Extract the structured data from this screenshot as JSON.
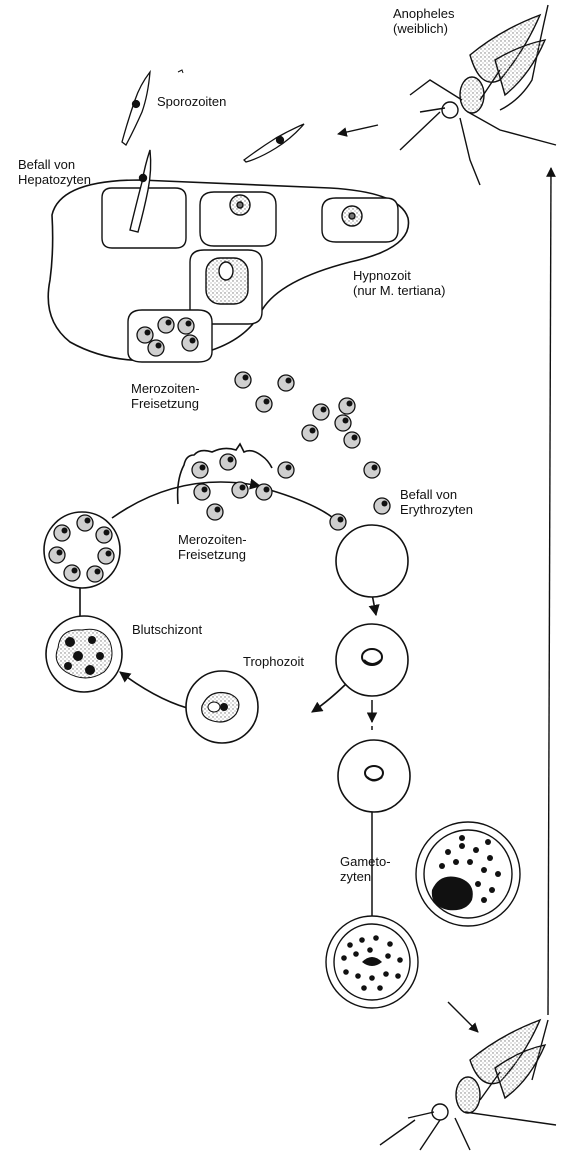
{
  "labels": {
    "anopheles": "Anopheles",
    "anopheles_sub": "(weiblich)",
    "sporozoiten": "Sporozoiten",
    "befall_hepato_1": "Befall von",
    "befall_hepato_2": "Hepatozyten",
    "hypnozoit": "Hypnozoit",
    "hypnozoit_sub": "(nur M. tertiana)",
    "mero_frei_1a": "Merozoiten-",
    "mero_frei_1b": "Freisetzung",
    "mero_frei_2a": "Merozoiten-",
    "mero_frei_2b": "Freisetzung",
    "befall_ery_1": "Befall von",
    "befall_ery_2": "Erythrozyten",
    "blutschizont": "Blutschizont",
    "trophozoit": "Trophozoit",
    "gameto_1": "Gameto-",
    "gameto_2": "zyten"
  },
  "colors": {
    "ink": "#111111",
    "stipple": "#888888",
    "cell_fill": "#ffffff",
    "merozoite_fill": "#c8c8c8"
  }
}
